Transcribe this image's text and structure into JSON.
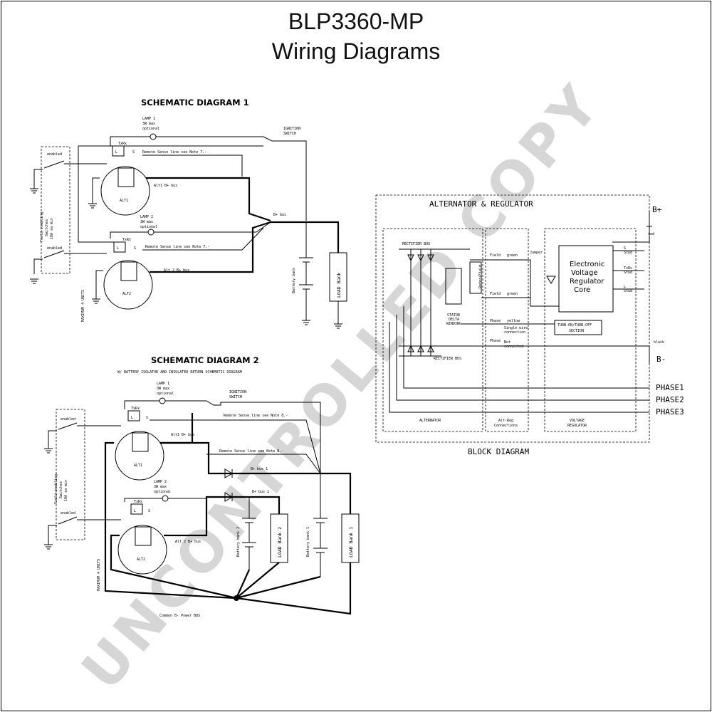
{
  "title": "BLP3360-MP",
  "subtitle": "Wiring Diagrams",
  "watermark": "UNCONTROLLED COPY",
  "schematic1": {
    "heading": "SCHEMATIC DIAGRAM 1",
    "lamp1": [
      "LAMP 1",
      "3W max",
      "optional"
    ],
    "lamp2": [
      "LAMP 2",
      "3W max",
      "optional"
    ],
    "ignition": [
      "IGNITION",
      "SWITCH"
    ],
    "remote_sense_1": "Remote Sense line see Note 7.-",
    "remote_sense_2": "Remote Sense line see Note 7.-",
    "alt1": "ALT1",
    "alt2": "ALT2",
    "alt1_bus": "Alt1 B+ bus",
    "alt2_bus": "Alt 2 B+ bus",
    "b_bus": "B+ bus",
    "battery_bank": "Battery bank",
    "load_bank": "LOAD Bank",
    "enabled": "enabled",
    "field_switch": [
      "Field-enabling",
      "Switches",
      "10A sa min"
    ],
    "maximum": "MAXIMUM 4 UNITS",
    "txrx": "TxRx",
    "l": "L",
    "s": "S"
  },
  "schematic2": {
    "heading": "SCHEMATIC DIAGRAM 2",
    "subheading": "W/ BATTERY ISOLATOR AND INSULATED RETURN SCHEMATIC DIAGRAM",
    "lamp1": [
      "LAMP 1",
      "3W max",
      "optional"
    ],
    "lamp2": [
      "LAMP 2",
      "3W max",
      "optional"
    ],
    "ignition": [
      "IGNITION",
      "SWITCH"
    ],
    "remote_sense_1": "Remote Sense line see Note 8.-",
    "remote_sense_2": "Remote Sense line see Note 8.-",
    "alt1": "ALT1",
    "alt2": "ALT2",
    "alt1_bus": "Alt1 B+ bus",
    "alt2_bus": "Alt 2 B+ bus",
    "bus1": "B+ bus 1",
    "bus2": "B+ bus 2",
    "battery_bank_2": "Battery bank 2",
    "load_bank_2": "LOAD Bank 2",
    "battery_bank_1": "Battery bank 1",
    "load_bank_1": "LOAD Bank 1",
    "common": "Common B- Power BUS",
    "enabled": "enabled",
    "field_switch": [
      "Field-enabling",
      "Switches",
      "10A sa min"
    ],
    "maximum": "MAXIMUM 4 UNITS",
    "txrx": "TxRx",
    "l": "L",
    "s": "S"
  },
  "block": {
    "heading": "ALTERNATOR & REGULATOR",
    "caption": "BLOCK DIAGRAM",
    "b_plus": "B+",
    "b_minus": "B-",
    "red": "red",
    "black": "black",
    "phases": [
      "PHASE1",
      "PHASE2",
      "PHASE3"
    ],
    "core": [
      "Electronic",
      "Voltage",
      "Regulator",
      "Core"
    ],
    "field": "Field",
    "green": "green",
    "phase": "Phase",
    "yellow": "yellow",
    "single_wire": [
      "Single wire",
      "connection"
    ],
    "not_connected": [
      "Not",
      "connected"
    ],
    "jumper": "Jumper",
    "turn_on": "TURN-ON/TURN-OFF",
    "section": "SECTION",
    "studs": [
      "S",
      "Stud",
      "TxRx",
      "Stud",
      "L",
      "Stud"
    ],
    "rectifier": "RECTIFIER BUS",
    "stator": [
      "STATOR",
      "DELTA",
      "WINDING"
    ],
    "rotor": "Rotor/Field",
    "sub_labels": [
      "ALTERNATOR",
      "Alt-Reg",
      "Connections",
      "VOLTAGE",
      "REGULATOR"
    ]
  }
}
